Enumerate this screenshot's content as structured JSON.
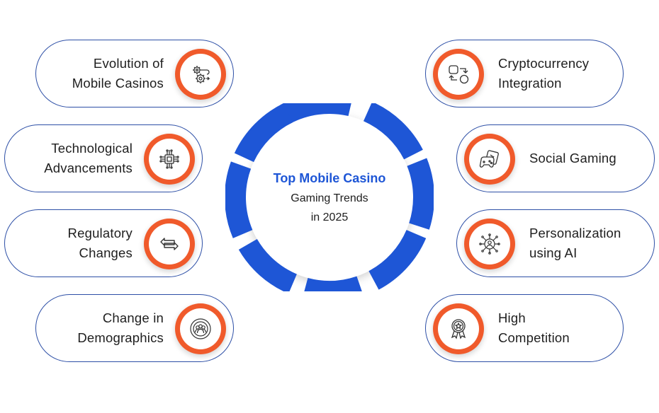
{
  "center": {
    "title": "Top Mobile Casino",
    "subtitle_line1": "Gaming Trends",
    "subtitle_line2": "in 2025"
  },
  "colors": {
    "ring_blue": "#1e56d6",
    "badge_orange": "#f05a2b",
    "pill_border": "#2d4fa6",
    "text": "#1e1e1e"
  },
  "items": [
    {
      "line1": "Evolution of",
      "line2": "Mobile Casinos",
      "icon": "gears-icon"
    },
    {
      "line1": "Technological",
      "line2": "Advancements",
      "icon": "chip-icon"
    },
    {
      "line1": "Regulatory",
      "line2": "Changes",
      "icon": "arrows-exchange-icon"
    },
    {
      "line1": "Change in",
      "line2": "Demographics",
      "icon": "people-target-icon"
    },
    {
      "line1": "Cryptocurrency",
      "line2": "Integration",
      "icon": "crypto-exchange-icon"
    },
    {
      "line1": "Social Gaming",
      "line2": "",
      "icon": "gamepad-icon"
    },
    {
      "line1": "Personalization",
      "line2": "using AI",
      "icon": "ai-user-network-icon"
    },
    {
      "line1": "High",
      "line2": "Competition",
      "icon": "award-ribbon-icon"
    }
  ]
}
